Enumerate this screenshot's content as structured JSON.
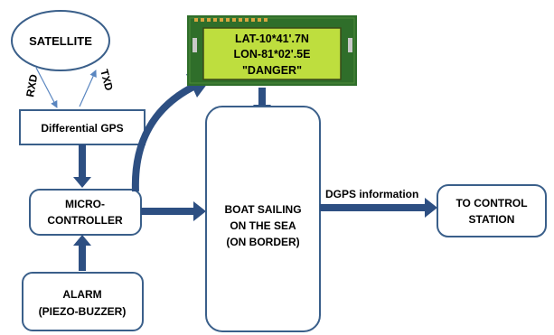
{
  "nodes": {
    "satellite": "SATELLITE",
    "dgps": "Differential GPS",
    "micro_line1": "MICRO-",
    "micro_line2": "CONTROLLER",
    "alarm_line1": "ALARM",
    "alarm_line2": "(PIEZO-BUZZER)",
    "boat_line1": "BOAT SAILING",
    "boat_line2": "ON THE SEA",
    "boat_line3": "(ON BORDER)",
    "station_line1": "TO CONTROL",
    "station_line2": "STATION"
  },
  "edges": {
    "rxd": "RXD",
    "txd": "TXD",
    "dgps_info": "DGPS information"
  },
  "lcd": {
    "line1": "LAT-10*41'.7N",
    "line2": "LON-81*02'.5E",
    "line3": "\"DANGER\""
  },
  "colors": {
    "box_stroke": "#3a5f8a",
    "arrow": "#2d4f82",
    "thin_arrow": "#5a86c0",
    "lcd_screen": "#bede3e",
    "lcd_board": "#2f6e2a"
  }
}
